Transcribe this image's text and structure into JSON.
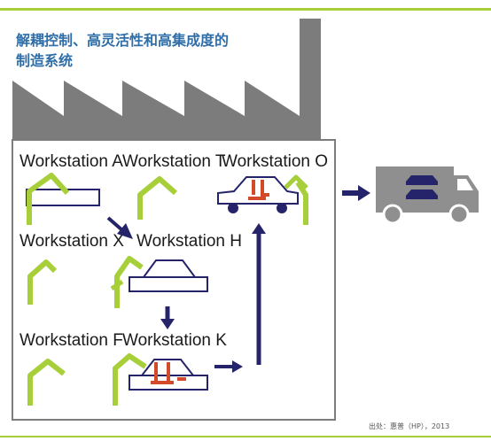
{
  "title": {
    "line1": "解耦控制、高灵活性和高集成度的",
    "line2": "制造系统"
  },
  "workstations": [
    {
      "id": "A",
      "label": "Workstation A"
    },
    {
      "id": "T",
      "label": "Workstation T"
    },
    {
      "id": "O",
      "label": "Workstation O"
    },
    {
      "id": "X",
      "label": "Workstation X"
    },
    {
      "id": "H",
      "label": "Workstation H"
    },
    {
      "id": "F",
      "label": "Workstation F"
    },
    {
      "id": "K",
      "label": "Workstation K"
    }
  ],
  "source": "出处：惠普（HP），2013",
  "colors": {
    "accent_green": "#a7cf3a",
    "title_blue": "#2f6ea8",
    "arrow_navy": "#25246b",
    "factory_gray": "#7c7c7c",
    "truck_gray": "#8f8f8f",
    "car_red": "#d24a2a"
  },
  "icons": [
    "factory-icon",
    "robot-arm-icon",
    "car-icon",
    "truck-icon",
    "arrow-icon"
  ]
}
